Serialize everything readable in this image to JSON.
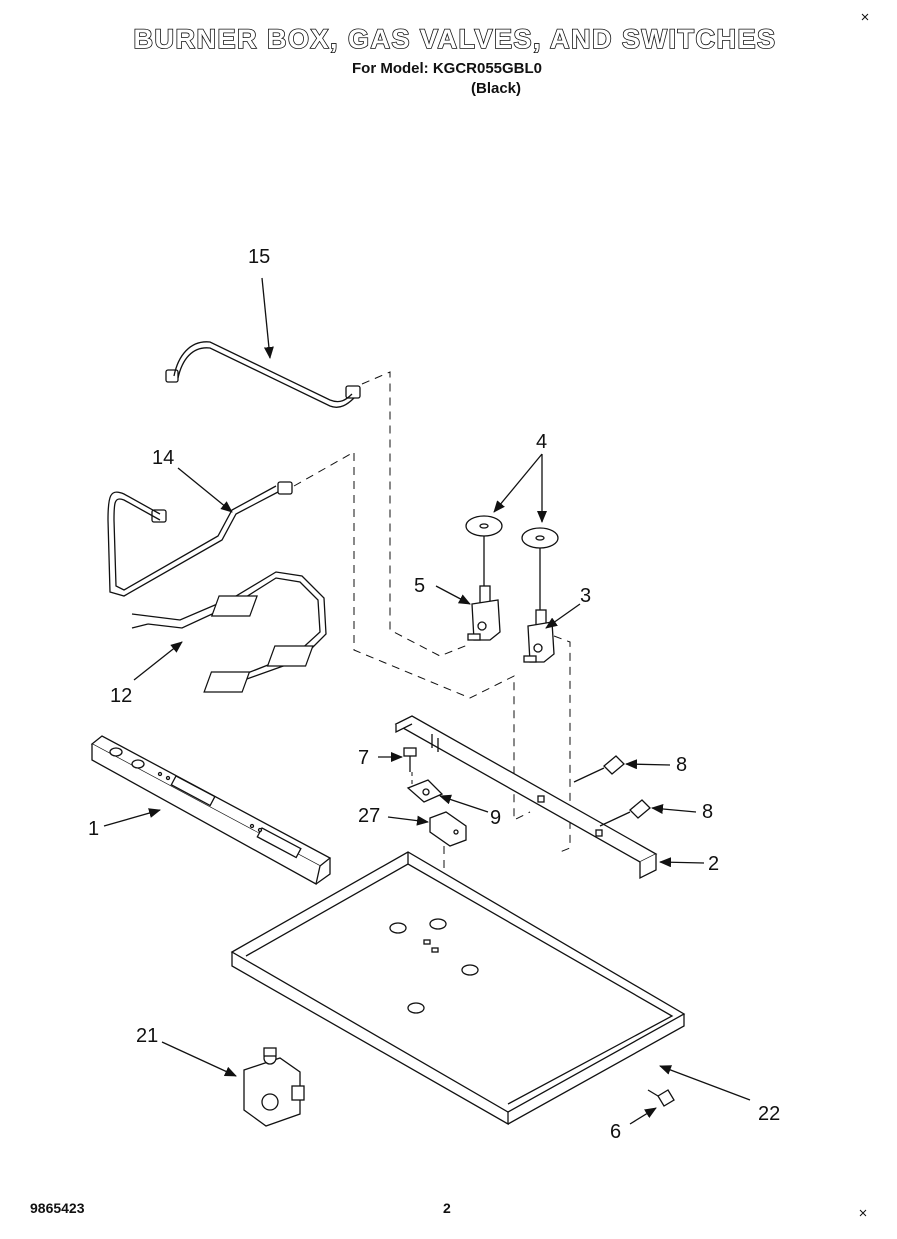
{
  "header": {
    "title": "BURNER BOX, GAS VALVES, AND SWITCHES",
    "model_line": "For Model: KGCR055GBL0",
    "variant": "(Black)"
  },
  "footer": {
    "doc_number": "9865423",
    "page_number": "2"
  },
  "callouts": {
    "c1": "1",
    "c2": "2",
    "c3": "3",
    "c4": "4",
    "c5": "5",
    "c6": "6",
    "c7": "7",
    "c8a": "8",
    "c8b": "8",
    "c9": "9",
    "c12": "12",
    "c14": "14",
    "c15": "15",
    "c21": "21",
    "c22": "22",
    "c27": "27"
  }
}
